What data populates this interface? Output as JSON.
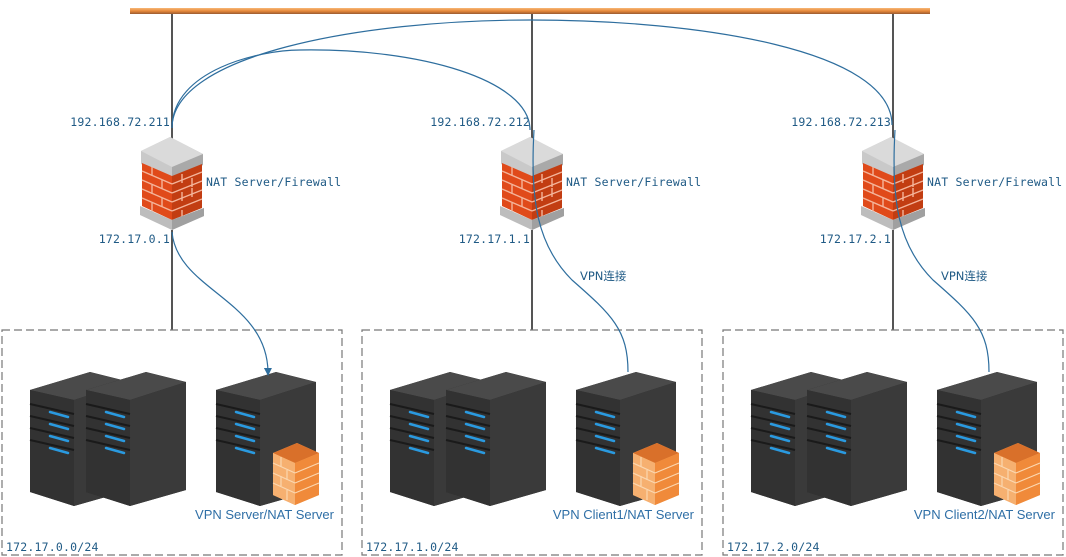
{
  "diagram": {
    "colors": {
      "backbone": "#e8893a",
      "wire": "#555555",
      "vpn_link": "#2e6e9e",
      "label": "#1f5a85",
      "subnet_border": "#777777",
      "server_body": "#3a3a3a",
      "server_led": "#2a9ae0",
      "brick_red": "#e04a1a",
      "brick_orange": "#f08a3a"
    },
    "sites": [
      {
        "wan_ip": "192.168.72.211",
        "firewall_label": "NAT Server/Firewall",
        "lan_ip": "172.17.0.1",
        "vpn_label": "",
        "vpn_node_label": "VPN Server/NAT Server",
        "subnet": "172.17.0.0/24"
      },
      {
        "wan_ip": "192.168.72.212",
        "firewall_label": "NAT Server/Firewall",
        "lan_ip": "172.17.1.1",
        "vpn_label": "VPN连接",
        "vpn_node_label": "VPN Client1/NAT Server",
        "subnet": "172.17.1.0/24"
      },
      {
        "wan_ip": "192.168.72.213",
        "firewall_label": "NAT Server/Firewall",
        "lan_ip": "172.17.2.1",
        "vpn_label": "VPN连接",
        "vpn_node_label": "VPN Client2/NAT Server",
        "subnet": "172.17.2.0/24"
      }
    ],
    "icons": {
      "backbone": "network-backbone",
      "firewall": "firewall-icon",
      "server": "server-icon",
      "vpn_server": "server-with-firewall-icon"
    }
  }
}
